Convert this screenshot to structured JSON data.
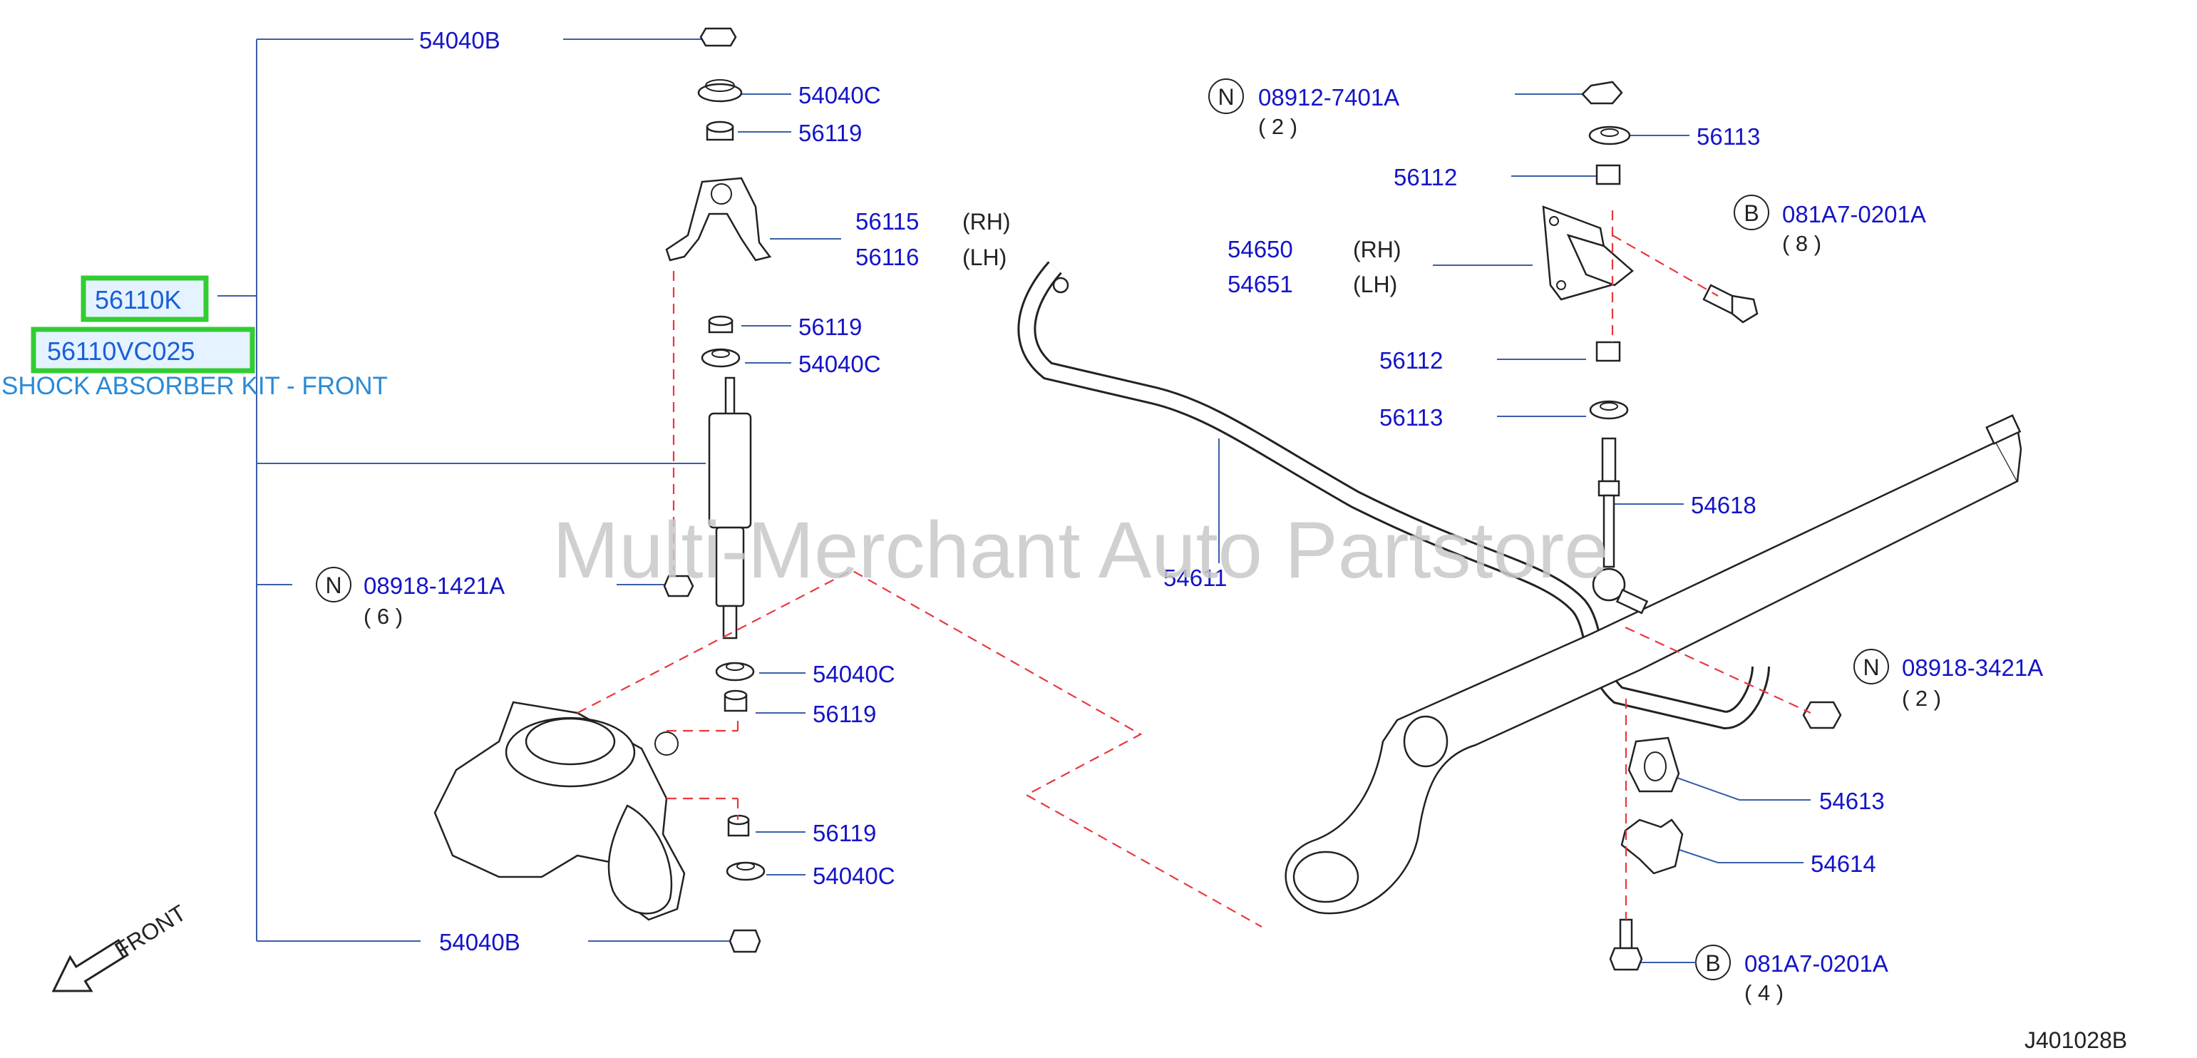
{
  "watermark": "Multi-Merchant Auto Partstore",
  "diagram_code": "J401028B",
  "kit": {
    "part_number": "56110K",
    "alt_part_number": "56110VC025",
    "description": "SHOCK ABSORBER KIT - FRONT"
  },
  "orientation": {
    "label": "FRONT"
  },
  "markers": {
    "n": "N",
    "b": "B"
  },
  "colors": {
    "part_label": "#1414c8",
    "leader_line": "#3a5fa8",
    "hidden_line": "#e8383d",
    "highlight_border": "#33cc33",
    "watermark": "#c8c8c8"
  },
  "labels": {
    "p54040b_top": "54040B",
    "p54040c_1": "54040C",
    "p56119_1": "56119",
    "p56115": "56115",
    "p56116": "56116",
    "rh": "(RH)",
    "lh": "(LH)",
    "p56119_2": "56119",
    "p54040c_2": "54040C",
    "p08918_1421a": "08918-1421A",
    "qty_6": "( 6 )",
    "p54040c_3": "54040C",
    "p56119_3": "56119",
    "p56119_4": "56119",
    "p54040c_4": "54040C",
    "p54040b_bottom": "54040B",
    "p54611": "54611",
    "p08912_7401a": "08912-7401A",
    "qty_2a": "( 2 )",
    "p56113_top": "56113",
    "p56112_top": "56112",
    "p081a7_top": "081A7-0201A",
    "qty_8": "( 8 )",
    "p54650": "54650",
    "p54651": "54651",
    "p56112_mid": "56112",
    "p56113_mid": "56113",
    "p54618": "54618",
    "p08918_3421a": "08918-3421A",
    "qty_2b": "( 2 )",
    "p54613": "54613",
    "p54614": "54614",
    "p081a7_bottom": "081A7-0201A",
    "qty_4": "( 4 )"
  }
}
